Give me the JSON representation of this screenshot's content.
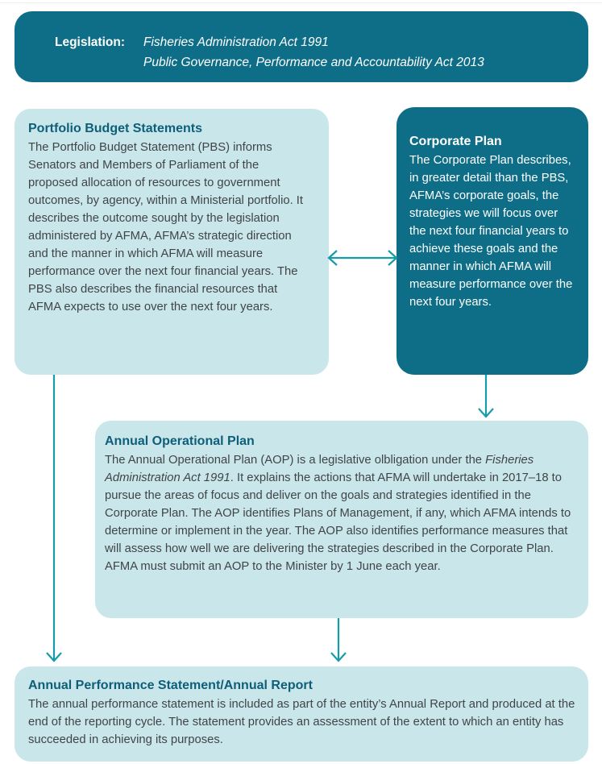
{
  "banner": {
    "label": "Legislation:",
    "acts": [
      "Fisheries Administration Act 1991",
      "Public Governance, Performance and Accountability Act 2013"
    ]
  },
  "boxes": {
    "pbs": {
      "title": "Portfolio Budget Statements",
      "body": "The Portfolio Budget Statement (PBS) informs Senators and Members of Parliament of the proposed allocation of resources to government outcomes, by agency, within a Ministerial portfolio. It describes the outcome sought by the legislation administered by AFMA, AFMA’s strategic direction and the manner in which AFMA will measure performance over the next four financial years. The PBS also describes the financial resources that AFMA expects to use over the next four years."
    },
    "corporate_plan": {
      "title": "Corporate Plan",
      "body": "The Corporate Plan describes, in greater detail than the PBS, AFMA’s corporate goals, the strategies we will focus over the next four financial years to achieve these goals and the manner in which AFMA will measure performance over the next four years."
    },
    "aop": {
      "title": "Annual Operational Plan",
      "body_pre": "The Annual Operational Plan (AOP) is a legislative olbligation under the ",
      "body_italic": "Fisheries Administration Act 1991",
      "body_post": ". It explains the actions that AFMA will undertake in 2017–18 to pursue the areas of focus and deliver on the goals and strategies identified in the Corporate Plan. The AOP identifies Plans of Management, if any, which AFMA intends to determine or implement in the year. The AOP also identifies performance measures that will assess how well we are delivering the strategies described in the Corporate Plan. AFMA must submit an AOP to the Minister by 1 June each year."
    },
    "annual_report": {
      "title": "Annual Performance Statement/Annual Report",
      "body": "The annual performance statement is included as part of the entity’s Annual Report and produced at the end of the reporting cycle. The statement provides an assessment of the extent to which an entity has succeeded in achieving its purposes."
    }
  },
  "colors": {
    "dark_teal": "#0f6e87",
    "light_teal": "#c9e7eb",
    "arrow": "#179ba7",
    "heading": "#0f5e79",
    "body_text": "#414446"
  }
}
